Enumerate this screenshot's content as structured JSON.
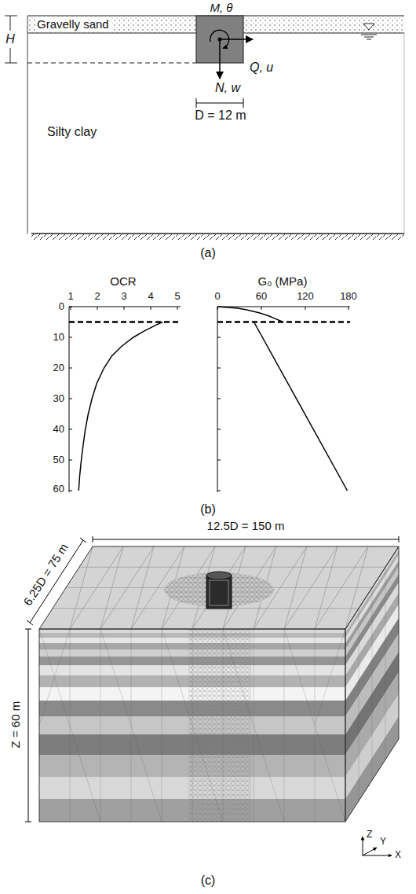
{
  "diagram": {
    "labels": [
      "M, θ",
      "H",
      "Gravelly sand",
      "Q, u",
      "N, w",
      "D = 12 m",
      "Silty clay",
      "(a)",
      "OCR",
      "G₀ (MPa)",
      "1",
      "2",
      "3",
      "4",
      "5",
      "0",
      "60",
      "120",
      "180",
      "0",
      "10",
      "20",
      "30",
      "40",
      "50",
      "60",
      "(b)",
      "12.5D = 150 m",
      "6.25D = 75 m",
      "Z = 60 m",
      "Z",
      "Y",
      "X",
      "(c)"
    ]
  }
}
